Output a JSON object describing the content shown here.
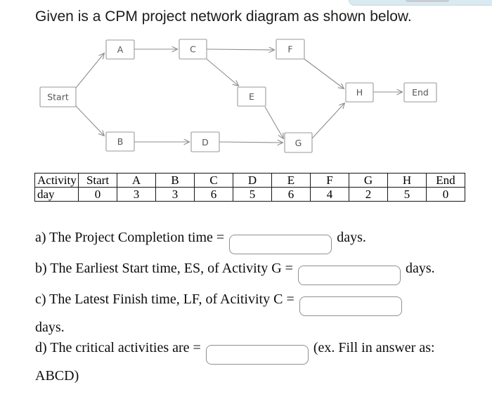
{
  "header": {
    "title": "Given is a CPM project network diagram as shown below."
  },
  "colors": {
    "top_widget": "#d9eaf1",
    "diagram_line": "#8d8d8d",
    "node_border": "#9a9a9a",
    "node_text": "#555555",
    "table_border": "#151515"
  },
  "diagram": {
    "nodes": [
      {
        "id": "Start",
        "label": "Start"
      },
      {
        "id": "A",
        "label": "A"
      },
      {
        "id": "C",
        "label": "C"
      },
      {
        "id": "F",
        "label": "F"
      },
      {
        "id": "E",
        "label": "E"
      },
      {
        "id": "H",
        "label": "H"
      },
      {
        "id": "End",
        "label": "End"
      },
      {
        "id": "B",
        "label": "B"
      },
      {
        "id": "D",
        "label": "D"
      },
      {
        "id": "G",
        "label": "G"
      }
    ],
    "edges": [
      "Start→A",
      "Start→B",
      "A→C",
      "C→F",
      "C→E",
      "B→D",
      "D→G",
      "E→G",
      "F→H",
      "G→H",
      "H→End"
    ]
  },
  "table": {
    "rows": [
      {
        "cells": [
          "Activity",
          "Start",
          "A",
          "B",
          "C",
          "D",
          "E",
          "F",
          "G",
          "H",
          "End"
        ]
      },
      {
        "cells": [
          "day",
          "0",
          "3",
          "3",
          "6",
          "5",
          "6",
          "4",
          "2",
          "5",
          "0"
        ]
      }
    ]
  },
  "questions": {
    "a": {
      "text": "a) The Project Completion time =",
      "suffix": "days.",
      "value": ""
    },
    "b": {
      "text": "b) The Earliest Start time, ES, of Activity G =",
      "suffix": "days.",
      "value": ""
    },
    "c": {
      "text": "c) The Latest Finish time, LF, of Acitivity C =",
      "suffix": "days.",
      "value": ""
    },
    "d": {
      "text": "d) The critical activities are =",
      "suffix": "(ex. Fill in answer as:",
      "suffix2": "ABCD)",
      "value": ""
    }
  }
}
